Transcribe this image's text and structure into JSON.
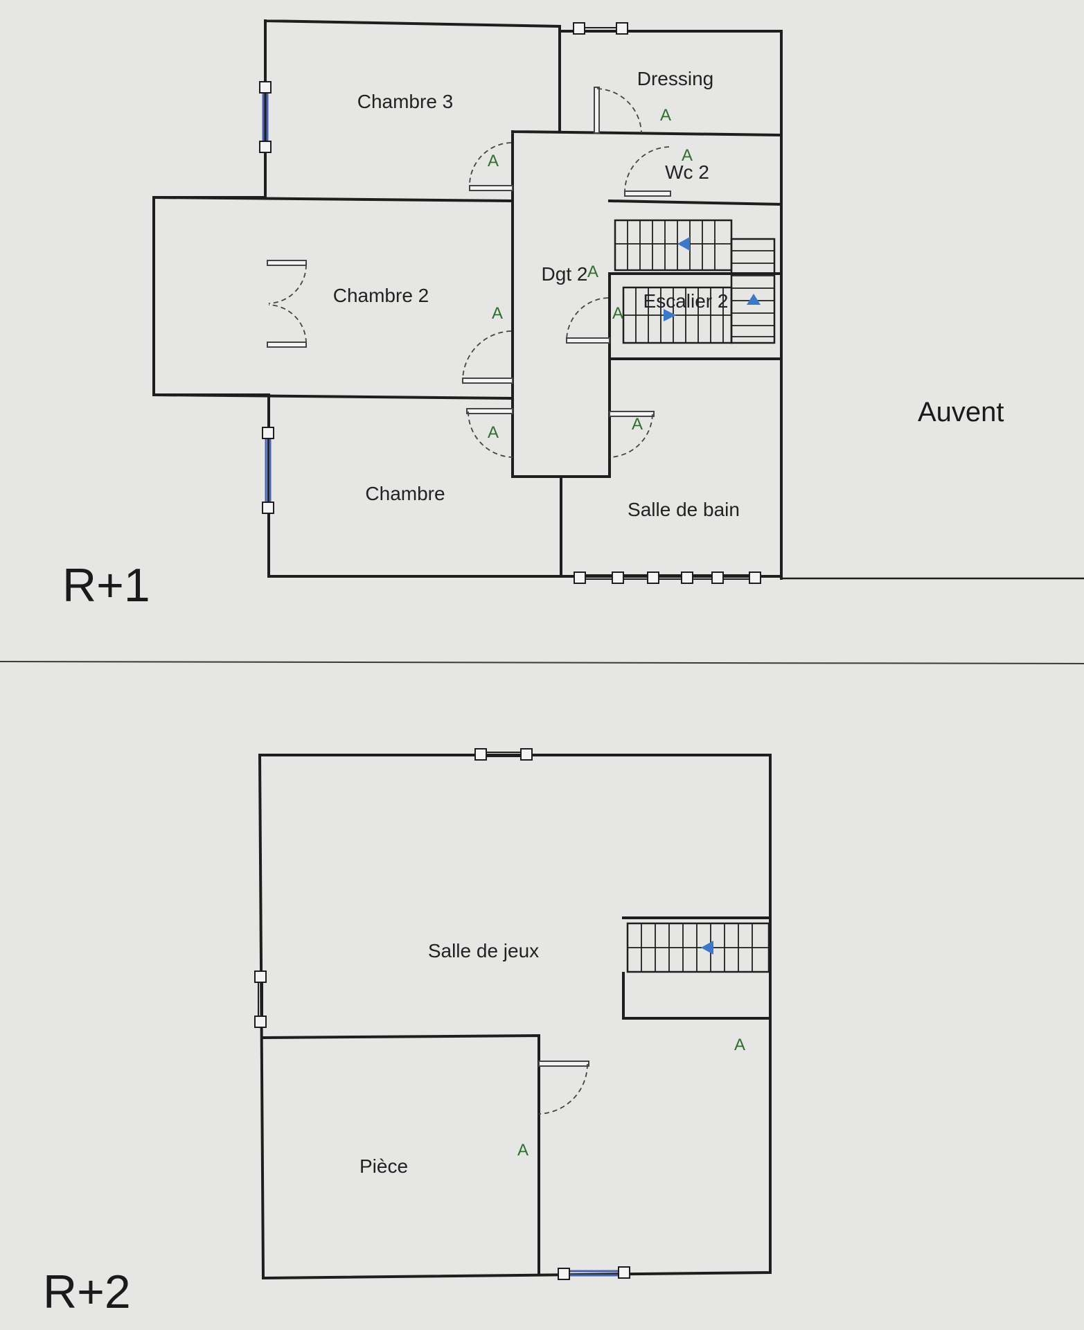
{
  "levels": {
    "r1": "R+1",
    "r2": "R+2"
  },
  "rooms_r1": {
    "chambre3": "Chambre 3",
    "dressing": "Dressing",
    "wc2": "Wc 2",
    "chambre2": "Chambre 2",
    "dgt2": "Dgt 2",
    "escalier2": "Escalier 2",
    "chambre": "Chambre",
    "salle_de_bain": "Salle de bain"
  },
  "rooms_r2": {
    "salle_de_jeux": "Salle de jeux",
    "piece": "Pièce"
  },
  "outside": {
    "auvent": "Auvent"
  },
  "door_marker": "A",
  "colors": {
    "background": "#e6e6e4",
    "wall": "#1e1e1e",
    "stair_arrow": "#3c78c8",
    "door_marker": "#2f6e2f",
    "window_frame": "#4a63b0"
  }
}
